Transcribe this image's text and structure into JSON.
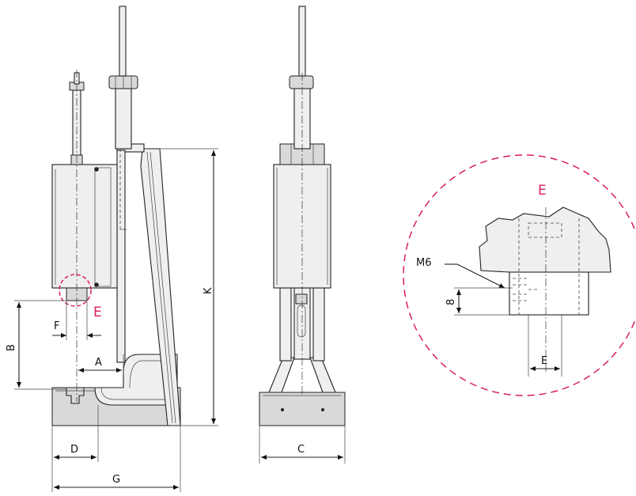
{
  "labels": {
    "A": "A",
    "B": "B",
    "C": "C",
    "D": "D",
    "E": "E",
    "F": "F",
    "G": "G",
    "K": "K",
    "detail_marker": "E",
    "detail_title": "E",
    "detail_thread": "M6",
    "detail_depth": "8",
    "detail_width": "E"
  },
  "colors": {
    "accent": "#d81f5a",
    "line": "#222222"
  }
}
